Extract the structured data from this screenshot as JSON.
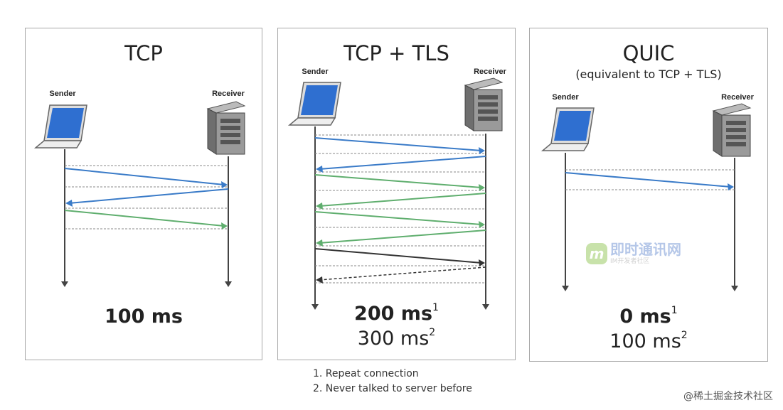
{
  "panels": [
    {
      "title": "TCP",
      "subtitle": "",
      "sender_label": "Sender",
      "receiver_label": "Receiver",
      "latency_primary": "100 ms",
      "latency_primary_sup": "",
      "latency_secondary": "",
      "latency_secondary_sup": "",
      "messages": [
        {
          "direction": "to-receiver",
          "color": "blue"
        },
        {
          "direction": "to-sender",
          "color": "blue"
        },
        {
          "direction": "to-receiver",
          "color": "green"
        }
      ]
    },
    {
      "title": "TCP + TLS",
      "subtitle": "",
      "sender_label": "Sender",
      "receiver_label": "Receiver",
      "latency_primary": "200 ms",
      "latency_primary_sup": "1",
      "latency_secondary": "300 ms",
      "latency_secondary_sup": "2",
      "messages": [
        {
          "direction": "to-receiver",
          "color": "blue"
        },
        {
          "direction": "to-sender",
          "color": "blue"
        },
        {
          "direction": "to-receiver",
          "color": "green"
        },
        {
          "direction": "to-sender",
          "color": "green"
        },
        {
          "direction": "to-receiver",
          "color": "green"
        },
        {
          "direction": "to-sender",
          "color": "green"
        },
        {
          "direction": "to-receiver",
          "color": "black"
        },
        {
          "direction": "to-sender",
          "color": "black-dashed"
        }
      ]
    },
    {
      "title": "QUIC",
      "subtitle": "(equivalent to TCP + TLS)",
      "sender_label": "Sender",
      "receiver_label": "Receiver",
      "latency_primary": "0 ms",
      "latency_primary_sup": "1",
      "latency_secondary": "100 ms",
      "latency_secondary_sup": "2",
      "messages": [
        {
          "direction": "to-receiver",
          "color": "blue"
        }
      ]
    }
  ],
  "footnotes": [
    "1. Repeat connection",
    "2. Never talked to server before"
  ],
  "watermark": {
    "badge": "m",
    "name": "即时通讯网",
    "slogan": "IM开发者社区"
  },
  "corner_watermark": "@稀土掘金技术社区",
  "colors": {
    "blue": "#3a7bc8",
    "green": "#5fae6e",
    "black": "#333333",
    "dotted": "#888888"
  }
}
